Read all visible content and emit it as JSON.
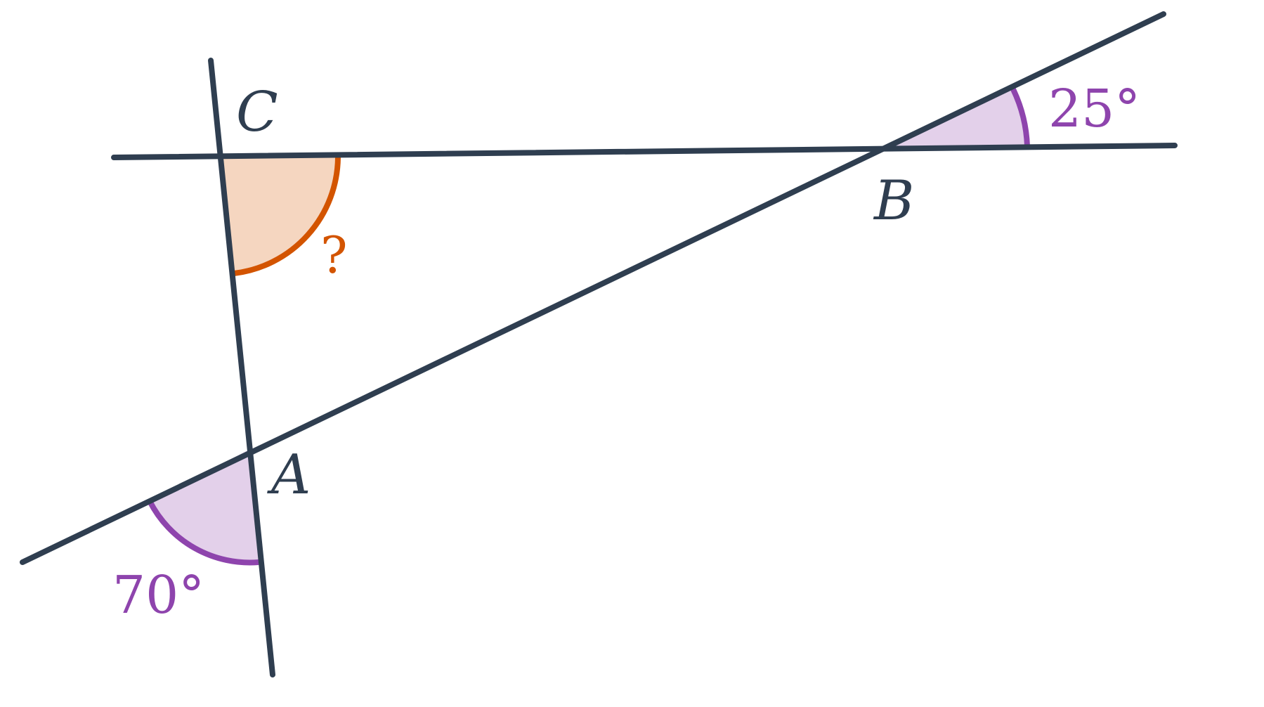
{
  "points": {
    "A": "A",
    "B": "B",
    "C": "C"
  },
  "angles": {
    "at_A": "70°",
    "at_B": "25°",
    "at_C": "?"
  },
  "colors": {
    "line": "#2f3e50",
    "known_angle_stroke": "#8e44ad",
    "known_angle_fill": "#e3d0ea",
    "unknown_angle_stroke": "#d35400",
    "unknown_angle_fill": "#f5d6c0"
  }
}
